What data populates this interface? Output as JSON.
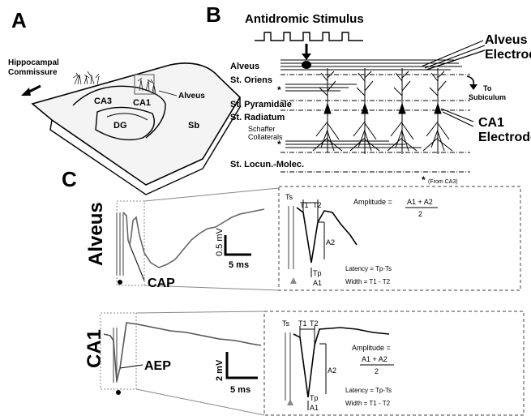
{
  "panels": {
    "a": "A",
    "b": "B",
    "c": "C"
  },
  "panel_a": {
    "commissure": [
      "Hippocampal",
      "Commissure"
    ],
    "ca3": "CA3",
    "ca1": "CA1",
    "alveus": "Alveus",
    "dg": "DG",
    "sb": "Sb"
  },
  "panel_b": {
    "stimulus": "Antidromic Stimulus",
    "alveus_electrode": [
      "Alveus",
      "Electrode"
    ],
    "ca1_electrode": [
      "CA1",
      "Electrode"
    ],
    "to_subiculum": [
      "To",
      "Subiculum"
    ],
    "layers": {
      "alveus": "Alveus",
      "oriens": "St. Oriens",
      "pyramidale": "St. Pyramidale",
      "radiatum": "St. Radiatum",
      "lm": "St. Locun.-Molec."
    },
    "schaffer": [
      "Schaffer",
      "Collaterals"
    ],
    "asterisk": "*",
    "footnote_star": "*",
    "footnote": "(From CA3)"
  },
  "panel_c": {
    "alveus": {
      "label": "Alveus",
      "peak_label": "CAP",
      "scale_v": "0.5 mV",
      "scale_t": "5 ms",
      "inset": {
        "ts": "Ts",
        "t1": "T1",
        "t2": "T2",
        "tp": "Tp",
        "a1": "A1",
        "a2": "A2",
        "amplitude_label": "Amplitude =",
        "amplitude_num": "A1 + A2",
        "amplitude_den": "2",
        "latency": "Latency = Tp-Ts",
        "width": "Width = T1 - T2"
      }
    },
    "ca1": {
      "label": "CA1",
      "peak_label": "AEP",
      "scale_v": "2 mV",
      "scale_t": "5 ms",
      "inset": {
        "ts": "Ts",
        "t1": "T1",
        "t2": "T2",
        "tp": "Tp",
        "a1": "A1",
        "a2": "A2",
        "amplitude_label": "Amplitude =",
        "amplitude_num": "A1 + A2",
        "amplitude_den": "2",
        "latency": "Latency = Tp-Ts",
        "width": "Width = T1 - T2"
      }
    }
  }
}
